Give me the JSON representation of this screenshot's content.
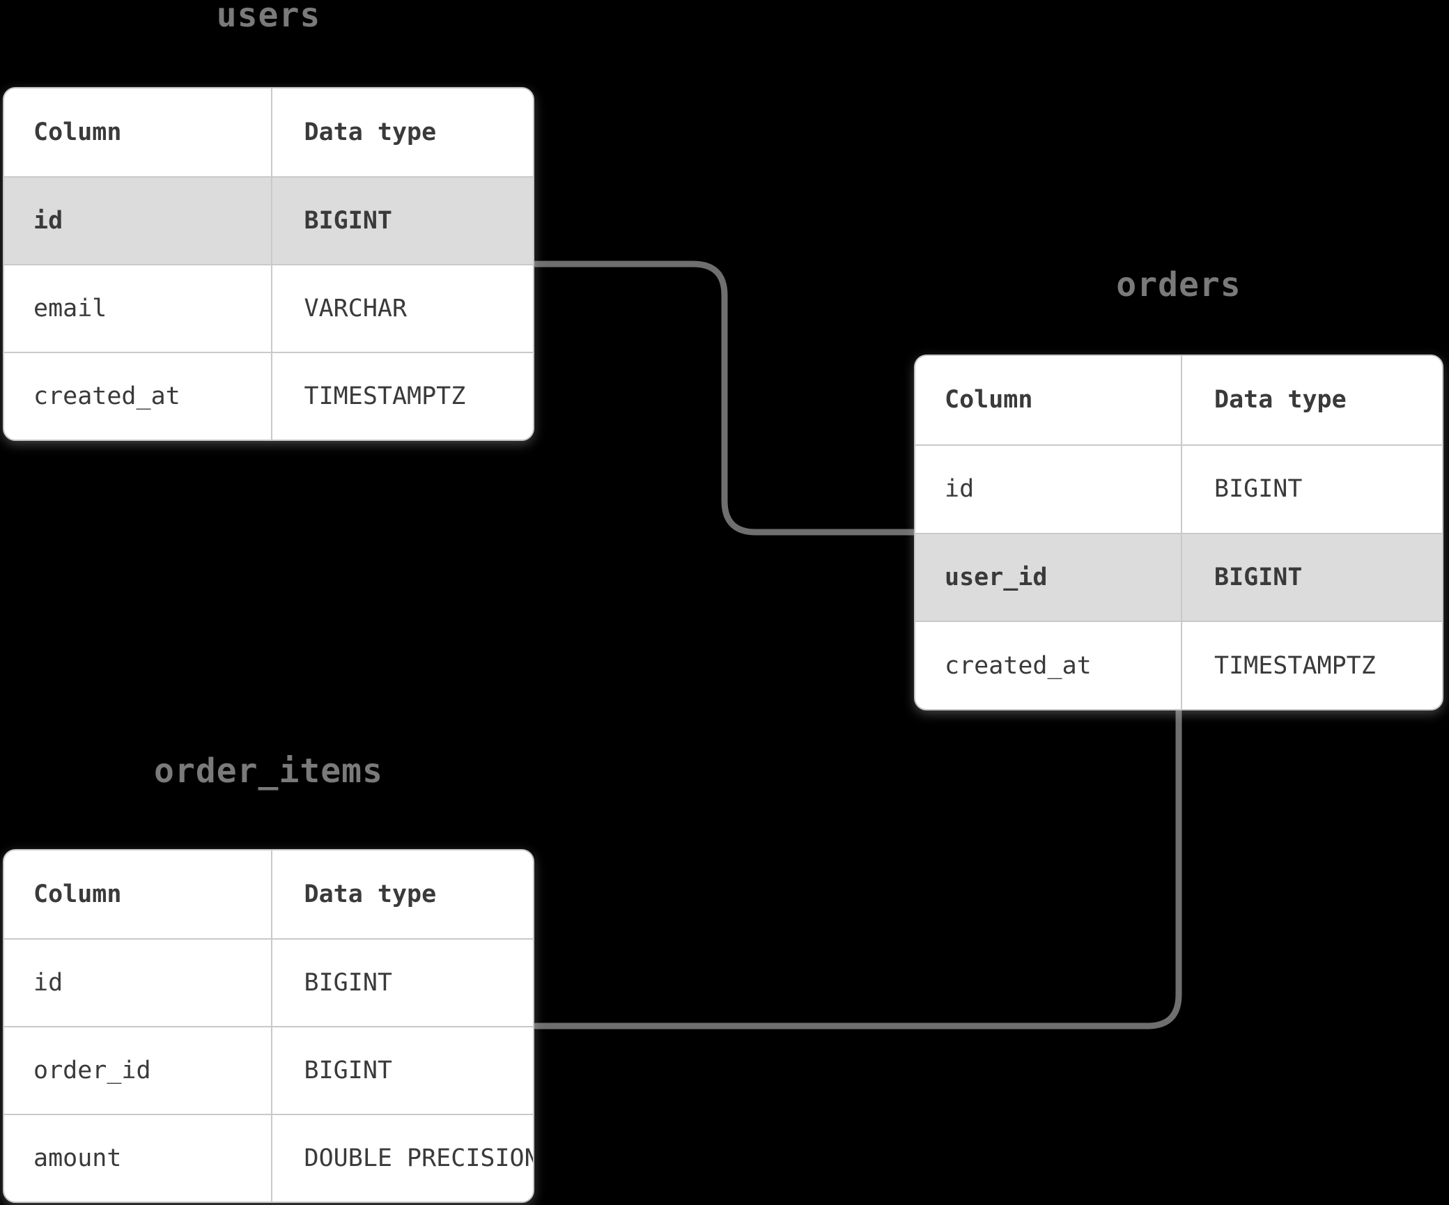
{
  "diagram": {
    "background_color": "#000000",
    "colors": {
      "card_background": "#ffffff",
      "card_border": "#c6c6c6",
      "row_divider": "#c9c9c9",
      "highlight_row": "#dcdcdc",
      "cell_text": "#3a3a3a",
      "title_text": "#7a7a7a",
      "connector": "#6f6f6f"
    },
    "tables": [
      {
        "name": "users",
        "header": {
          "column": "Column",
          "data_type": "Data type"
        },
        "rows": [
          {
            "column": "id",
            "data_type": "BIGINT",
            "highlighted": true
          },
          {
            "column": "email",
            "data_type": "VARCHAR",
            "highlighted": false
          },
          {
            "column": "created_at",
            "data_type": "TIMESTAMPTZ",
            "highlighted": false
          }
        ]
      },
      {
        "name": "orders",
        "header": {
          "column": "Column",
          "data_type": "Data type"
        },
        "rows": [
          {
            "column": "id",
            "data_type": "BIGINT",
            "highlighted": false
          },
          {
            "column": "user_id",
            "data_type": "BIGINT",
            "highlighted": true
          },
          {
            "column": "created_at",
            "data_type": "TIMESTAMPTZ",
            "highlighted": false
          }
        ]
      },
      {
        "name": "order_items",
        "header": {
          "column": "Column",
          "data_type": "Data type"
        },
        "rows": [
          {
            "column": "id",
            "data_type": "BIGINT",
            "highlighted": false
          },
          {
            "column": "order_id",
            "data_type": "BIGINT",
            "highlighted": false
          },
          {
            "column": "amount",
            "data_type": "DOUBLE PRECISION",
            "highlighted": false
          }
        ]
      }
    ],
    "relationships": [
      {
        "from_table": "users",
        "from_column": "id",
        "to_table": "orders",
        "to_column": "user_id"
      },
      {
        "from_table": "orders",
        "from_column": "id",
        "to_table": "order_items",
        "to_column": "order_id"
      }
    ]
  }
}
